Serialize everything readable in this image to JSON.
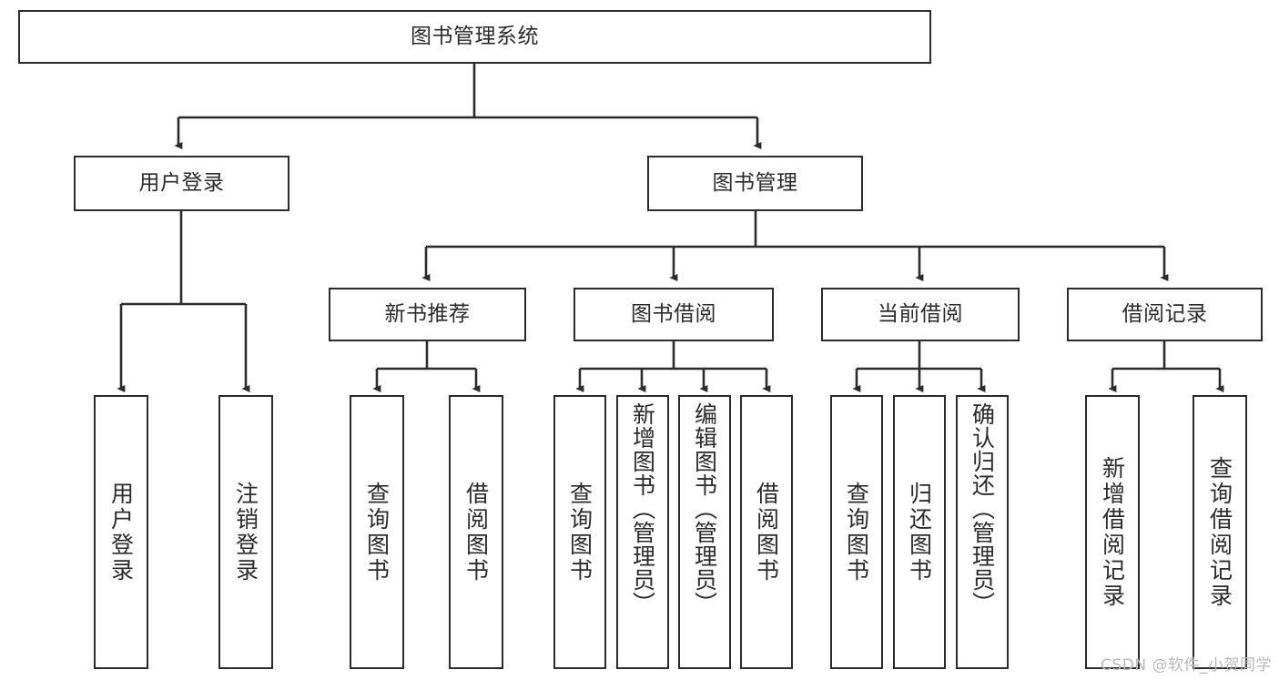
{
  "diagram": {
    "type": "tree",
    "title": "图书管理系统",
    "root": {
      "id": "root",
      "label": "图书管理系统"
    },
    "level2": [
      {
        "id": "user-login",
        "label": "用户登录"
      },
      {
        "id": "book-manage",
        "label": "图书管理"
      }
    ],
    "level3": [
      {
        "id": "new-book-recommend",
        "label": "新书推荐",
        "parent": "book-manage"
      },
      {
        "id": "book-borrow",
        "label": "图书借阅",
        "parent": "book-manage"
      },
      {
        "id": "current-borrow",
        "label": "当前借阅",
        "parent": "book-manage"
      },
      {
        "id": "borrow-record",
        "label": "借阅记录",
        "parent": "book-manage"
      }
    ],
    "leaves": {
      "user_login": [
        {
          "id": "leaf-user-login",
          "label": "用户登录"
        },
        {
          "id": "leaf-logout",
          "label": "注销登录"
        }
      ],
      "new_book_recommend": [
        {
          "id": "leaf-query-book-1",
          "label": "查询图书"
        },
        {
          "id": "leaf-borrow-book-1",
          "label": "借阅图书"
        }
      ],
      "book_borrow": [
        {
          "id": "leaf-query-book-2",
          "label": "查询图书"
        },
        {
          "id": "leaf-add-book",
          "label": "新增图书（管理员）"
        },
        {
          "id": "leaf-edit-book",
          "label": "编辑图书（管理员）"
        },
        {
          "id": "leaf-borrow-book-2",
          "label": "借阅图书"
        }
      ],
      "current_borrow": [
        {
          "id": "leaf-query-book-3",
          "label": "查询图书"
        },
        {
          "id": "leaf-return-book",
          "label": "归还图书"
        },
        {
          "id": "leaf-confirm-return",
          "label": "确认归还（管理员）"
        }
      ],
      "borrow_record": [
        {
          "id": "leaf-add-record",
          "label": "新增借阅记录"
        },
        {
          "id": "leaf-query-record",
          "label": "查询借阅记录"
        }
      ]
    }
  },
  "watermark": {
    "text": "CSDN @软件_小贺同学"
  },
  "colors": {
    "stroke": "#2b2b2b",
    "fill": "#ffffff",
    "text": "#2b2b2b",
    "watermark": "#b9b9b9"
  }
}
